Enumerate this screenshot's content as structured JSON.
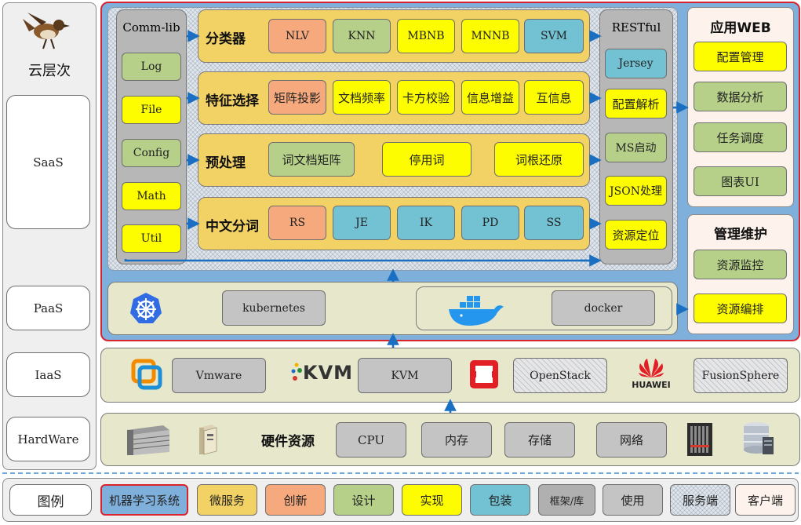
{
  "left": {
    "title": "云层次",
    "layers": [
      "SaaS",
      "PaaS",
      "IaaS",
      "HardWare"
    ]
  },
  "commlib": {
    "title": "Comm-lib",
    "items": [
      "Log",
      "File",
      "Config",
      "Math",
      "Util"
    ]
  },
  "rows": [
    {
      "label": "分类器",
      "items": [
        "NLV",
        "KNN",
        "MBNB",
        "MNNB",
        "SVM"
      ]
    },
    {
      "label": "特征选择",
      "items": [
        "矩阵投影",
        "文档频率",
        "卡方校验",
        "信息增益",
        "互信息"
      ]
    },
    {
      "label": "预处理",
      "items": [
        "词文档矩阵",
        "停用词",
        "词根还原"
      ]
    },
    {
      "label": "中文分词",
      "items": [
        "RS",
        "JE",
        "IK",
        "PD",
        "SS"
      ]
    }
  ],
  "restful": {
    "title": "RESTful",
    "items": [
      "Jersey",
      "配置解析",
      "MS启动",
      "JSON处理",
      "资源定位"
    ]
  },
  "app_web": {
    "title": "应用WEB",
    "items": [
      "配置管理",
      "数据分析",
      "任务调度",
      "图表UI"
    ]
  },
  "maint": {
    "title": "管理维护",
    "items": [
      "资源监控",
      "资源编排"
    ]
  },
  "paas": {
    "kubernetes": "kubernetes",
    "docker": "docker"
  },
  "iaas": {
    "vmware": "Vmware",
    "kvm_logo": "KVM",
    "kvm": "KVM",
    "openstack": "OpenStack",
    "huawei_logo": "HUAWEI",
    "fusionsphere": "FusionSphere"
  },
  "hardware": {
    "label": "硬件资源",
    "items": [
      "CPU",
      "内存",
      "存储",
      "网络"
    ]
  },
  "legend": {
    "title": "图例",
    "items": [
      "机器学习系统",
      "微服务",
      "创新",
      "设计",
      "实现",
      "包装",
      "框架/库",
      "使用",
      "服务端",
      "客户端"
    ]
  },
  "colors": {
    "system_blue": "#7fb0db",
    "system_border": "#d9232d",
    "microservice": "#f2d264",
    "innovate": "#f5a97d",
    "design": "#b6d08a",
    "implement": "#fdfd00",
    "package": "#73c2d3",
    "framework": "#b0b0b0",
    "use": "#c4c4c4",
    "client": "#fdf3ec",
    "arrow": "#1a6fc2"
  }
}
